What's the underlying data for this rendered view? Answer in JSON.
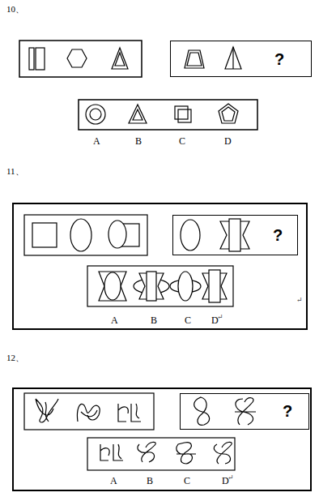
{
  "diagram": {
    "nodes": [
      {
        "text": [
          "?"
        ]
      },
      {
        "text": [
          "A",
          "B",
          "C",
          "D"
        ]
      },
      {
        "text": [
          "?"
        ],
        "in": 1
      },
      {
        "text": [
          "A",
          "B",
          "C",
          "D"
        ]
      },
      {
        "text": [
          "?"
        ],
        "in": 3
      }
    ],
    "labels": [
      "10、",
      "A",
      "B",
      "C",
      "D",
      "11、",
      "↵",
      "↵",
      "12、",
      "↵"
    ]
  }
}
